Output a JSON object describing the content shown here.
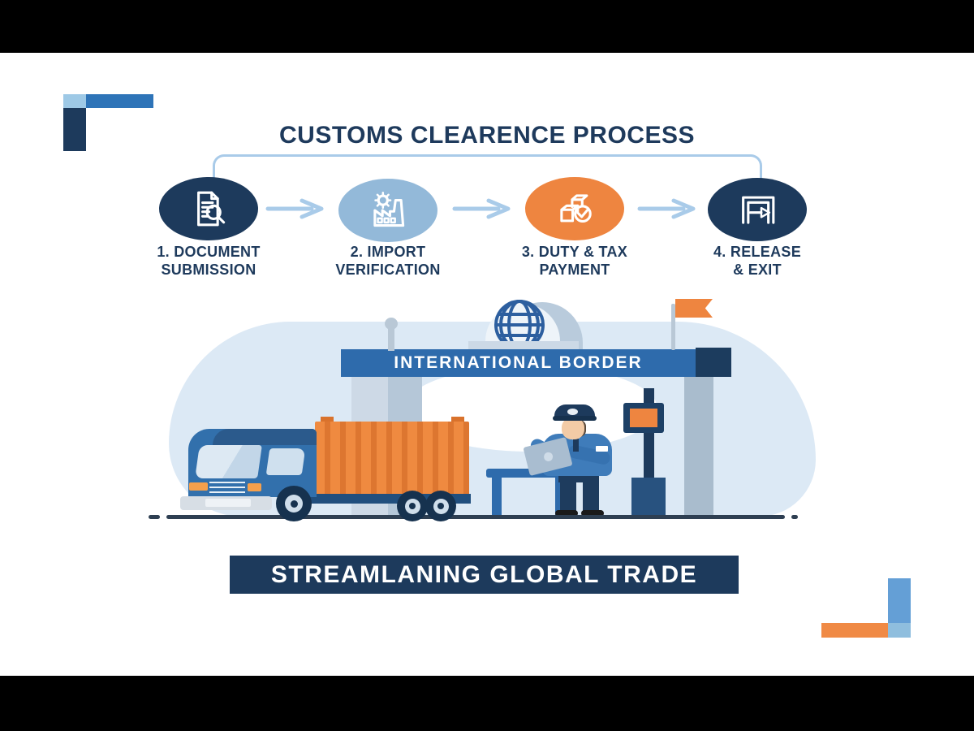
{
  "title": {
    "text": "CUSTOMS CLEARENCE PROCESS"
  },
  "process": {
    "connector_color": "#a9cbe9",
    "steps": [
      {
        "line1": "1. DOCUMENT",
        "line2": "SUBMISSION",
        "circle_color": "#1d3a5c",
        "icon": "document-search-icon"
      },
      {
        "line1": "2. IMPORT",
        "line2": "VERIFICATION",
        "circle_color": "#93b9d9",
        "icon": "factory-gear-icon"
      },
      {
        "line1": "3. DUTY & TAX",
        "line2": "PAYMENT",
        "circle_color": "#ee8540",
        "icon": "parcels-check-icon"
      },
      {
        "line1": "4. RELEASE",
        "line2": "& EXIT",
        "circle_color": "#1d3a5c",
        "icon": "exit-gate-arrow-icon"
      }
    ]
  },
  "illustration": {
    "border_banner_text": "INTERNATIONAL BORDER"
  },
  "footer": {
    "banner_text": "STREAMLANING GLOBAL TRADE"
  },
  "colors": {
    "navy": "#1d3a5c",
    "medium_blue": "#2e6bac",
    "light_blue_circle": "#93b9d9",
    "arrow_blue": "#a9cbe9",
    "orange": "#ee8540",
    "background_blob": "#dce9f5",
    "letterbox": "#000000"
  }
}
